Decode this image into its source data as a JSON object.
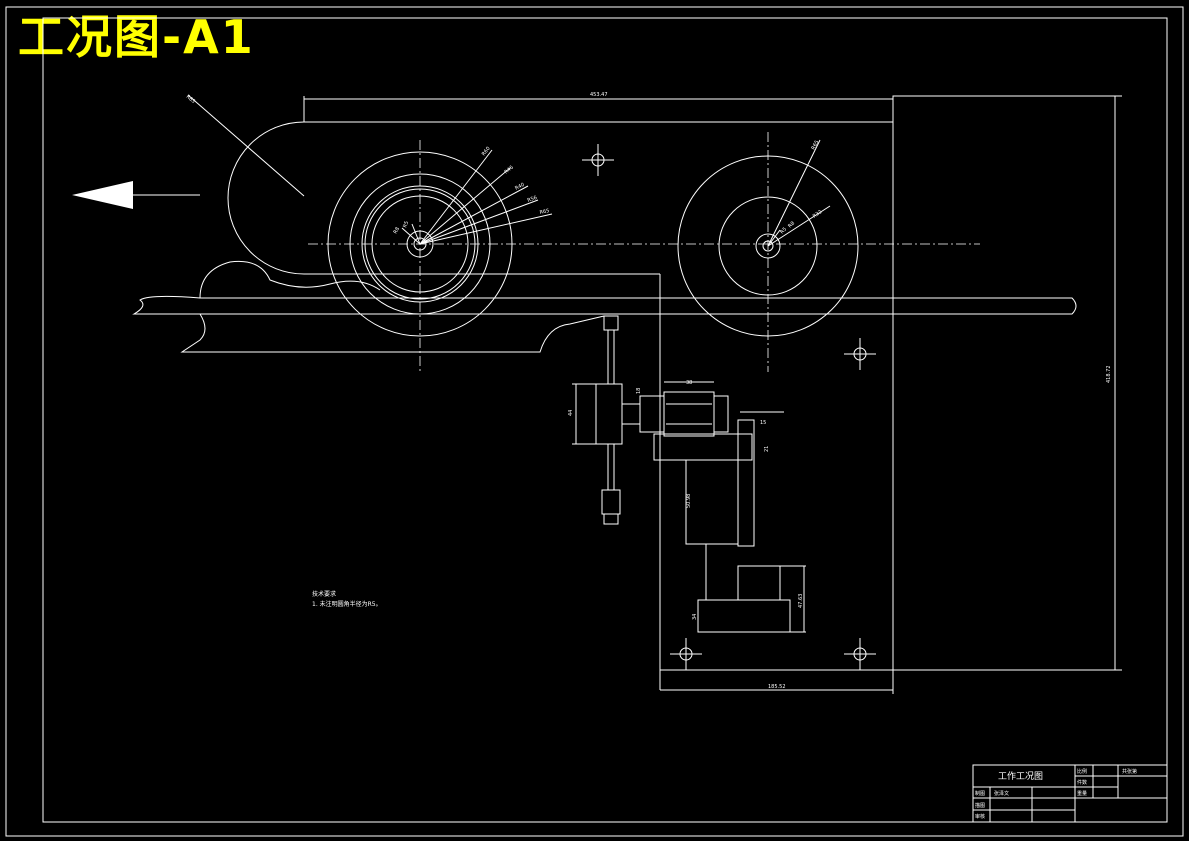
{
  "title": "工况图-A1",
  "notes": {
    "heading": "技术要求",
    "item1": "1. 未注明圆角半径为R5。"
  },
  "dimensions": {
    "top_length": "453.47",
    "right_height": "418.72",
    "bottom_width": "185.52",
    "top_left_radius": "R85",
    "left_wheel_r1": "R60",
    "left_wheel_r2": "R46",
    "left_wheel_r3": "R40",
    "left_wheel_r4": "R56",
    "left_wheel_r5": "R65",
    "left_hub_a": "R8",
    "left_hub_b": "R5",
    "right_wheel_r1": "R65",
    "right_wheel_r2": "R32",
    "right_hub_a": "R5",
    "right_hub_b": "R8",
    "block_height": "44",
    "cyl_width": "38",
    "cyl_small": "18",
    "slot_w": "15",
    "slot_h": "21",
    "rod_len": "50.98",
    "base_h": "34",
    "base_h2": "47.63"
  },
  "title_block": {
    "drawing_name": "工作工况图",
    "scale_label": "比例",
    "quantity_label": "件数",
    "weight_label": "重量",
    "drawing_no_label": "共张第",
    "design_label": "制图",
    "design_value": "张泽文",
    "check_label": "描图",
    "review_label": "审核"
  }
}
